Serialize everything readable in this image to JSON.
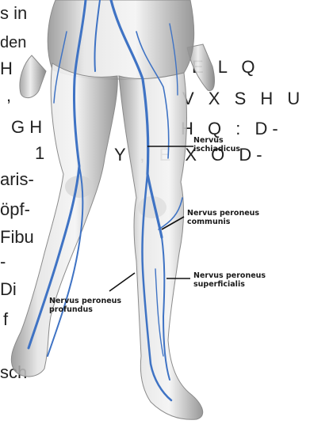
{
  "background_text": {
    "lines_left": [
      "s  in",
      "den",
      "H",
      ",",
      "G H",
      "1",
      "aris-",
      "öpf-",
      "Fibu",
      "-",
      "Di",
      "f",
      "sch"
    ],
    "garbled_right": [
      "E L Q",
      "V X S H U",
      "H Q   : D-",
      "Y          , E X O D-"
    ]
  },
  "labels": {
    "ischiadicus": [
      "Nervus",
      "ischiadicus"
    ],
    "peroneus_communis": [
      "Nervus peroneus",
      "communis"
    ],
    "peroneus_superficialis": [
      "Nervus peroneus",
      "superficialis"
    ],
    "peroneus_profundus": [
      "Nervus peroneus",
      "profundus"
    ]
  },
  "colors": {
    "nerve": "#3f73c4",
    "skin": "#dcdcdc",
    "skin_shadow": "#9e9e9e",
    "leader": "#111111"
  }
}
